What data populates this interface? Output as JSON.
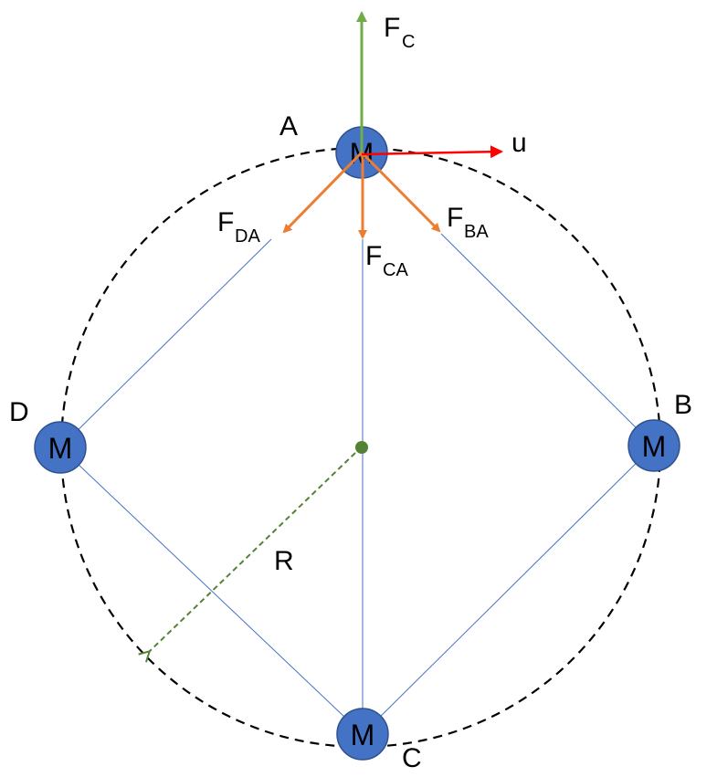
{
  "diagram": {
    "mass_label": "M",
    "points": {
      "a": "A",
      "b": "B",
      "c": "C",
      "d": "D"
    },
    "radius_label": "R",
    "velocity_label": "u",
    "forces": {
      "fc": {
        "main": "F",
        "sub": "C"
      },
      "fda": {
        "main": "F",
        "sub": "DA"
      },
      "fca": {
        "main": "F",
        "sub": "CA"
      },
      "fba": {
        "main": "F",
        "sub": "BA"
      }
    },
    "colors": {
      "mass_fill": "#4472C4",
      "mass_stroke": "#2F528F",
      "chord": "#4472C4",
      "orange_force": "#ED7D31",
      "green_force": "#70AD47",
      "radius": "#548235",
      "velocity": "#FF0000"
    }
  }
}
